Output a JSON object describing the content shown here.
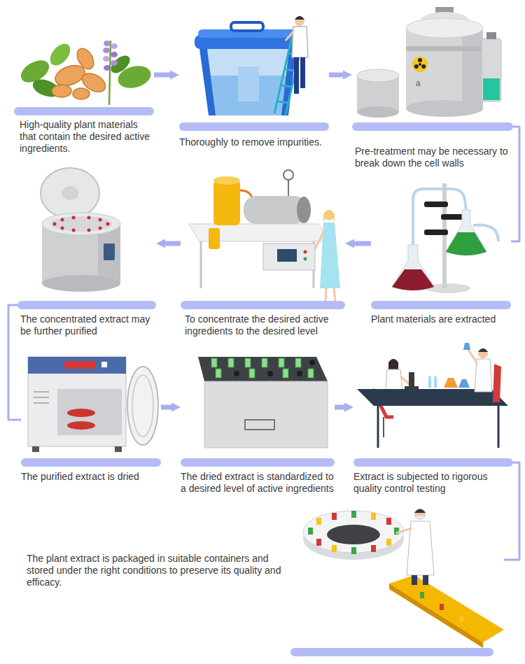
{
  "diagram": {
    "nodes": [
      {
        "text": [
          "High-quality plant materials that contain the desired active ingredients."
        ]
      },
      {
        "text": [
          "Thoroughly to remove impurities."
        ]
      },
      {
        "text": [
          "Pre-treatment may be necessary to break down the cell walls"
        ]
      },
      {
        "text": [
          "Plant materials are extracted"
        ]
      },
      {
        "text": [
          "To concentrate the desired active ingredients to the desired level"
        ]
      },
      {
        "text": [
          "The concentrated extract may be further purified"
        ]
      },
      {
        "text": [
          "The purified extract is dried"
        ]
      },
      {
        "text": [
          "The dried extract is standardized to a desired level of active ingredients"
        ]
      },
      {
        "text": [
          "Extract is subjected to rigorous quality control testing"
        ]
      },
      {
        "text": [
          "The plant extract is packaged in suitable containers and stored under the right conditions to preserve its quality and efficacy."
        ]
      }
    ],
    "edges": [
      {
        "from": 0,
        "to": 1,
        "arrow": "to"
      },
      {
        "from": 1,
        "to": 2,
        "arrow": "to"
      },
      {
        "from": 2,
        "to": 3,
        "arrow": "none"
      },
      {
        "from": 3,
        "to": 4,
        "arrow": "to"
      },
      {
        "from": 4,
        "to": 5,
        "arrow": "to"
      },
      {
        "from": 5,
        "to": 6,
        "arrow": "none"
      },
      {
        "from": 6,
        "to": 7,
        "arrow": "to"
      },
      {
        "from": 7,
        "to": 8,
        "arrow": "to"
      },
      {
        "from": 8,
        "to": 9,
        "arrow": "none"
      }
    ],
    "labels": [
      "a"
    ]
  }
}
